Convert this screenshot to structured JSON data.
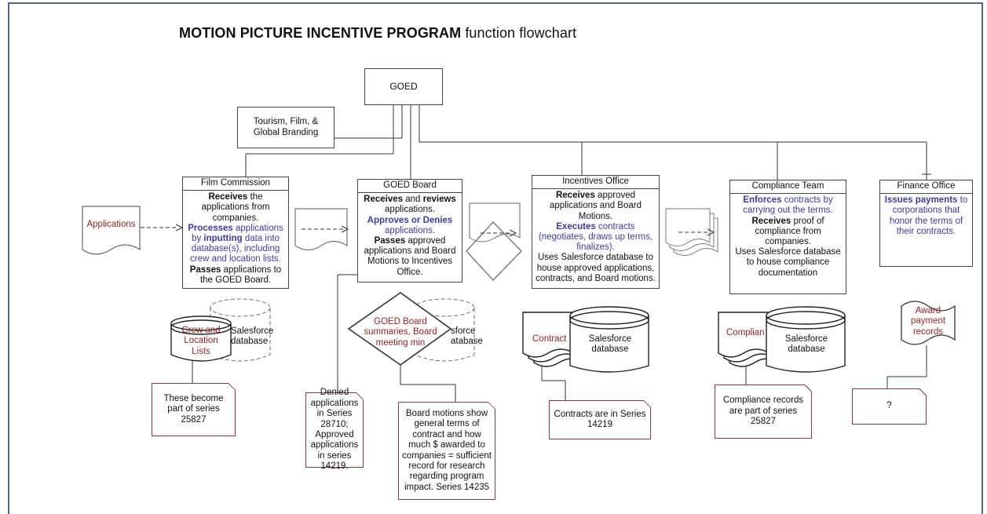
{
  "title": {
    "bold": "MOTION PICTURE INCENTIVE PROGRAM",
    "rest": "function flowchart"
  },
  "goed": "GOED",
  "tourism": [
    "Tourism, Film, &",
    "Global Branding"
  ],
  "film_commission": {
    "header": "Film Commission",
    "p1_bold": "Receives",
    "p1_rest": "the applications from companies.",
    "p2_bold": "Processes",
    "p2_mid": "applications by",
    "p2_bold2": "inputting",
    "p2_rest": "data into database(s), including crew and location lists.",
    "p3_bold": "Passes",
    "p3_rest": "applications to the GOED Board."
  },
  "goed_board": {
    "header": "GOED Board",
    "p1_bold": "Receives",
    "p1_mid": "and",
    "p1_bold2": "reviews",
    "p1_rest": "applications.",
    "p2_bold": "Approves or Denies",
    "p2_rest": "applications.",
    "p3_bold": "Passes",
    "p3_rest": "approved applications and Board Motions to Incentives Office."
  },
  "incentives_office": {
    "header": "Incentives Office",
    "p1_bold": "Receives",
    "p1_rest": "approved applications and Board Motions.",
    "p2_bold": "Executes",
    "p2_rest": "contracts (negotiates, draws up terms, finalizes).",
    "p3": "Uses Salesforce database to house approved applications, contracts, and Board motions."
  },
  "compliance_team": {
    "header": "Compliance Team",
    "p1_bold": "Enforces",
    "p1_rest": "contracts by carrying out the terms.",
    "p2_bold": "Receives",
    "p2_rest": "proof of compliance from companies.",
    "p3": "Uses Salesforce database to house compliance documentation"
  },
  "finance_office": {
    "header": "Finance Office",
    "p1_bold": "Issues payments",
    "p1_rest": "to corporations that honor the terms of their contracts."
  },
  "applications": "Applications",
  "crew_lists": [
    "Crew and",
    "Location",
    "Lists"
  ],
  "sf_db_1": [
    "Salesforce",
    "database"
  ],
  "decision": [
    "GOED Board",
    "summaries, Board",
    "meeting min"
  ],
  "sf_db_2": [
    "sforce",
    "atabase"
  ],
  "contract_doc": "Contract",
  "sf_db_3": [
    "Salesforce",
    "database"
  ],
  "compliance_doc": "Complian",
  "sf_db_4": [
    "Salesforce",
    "database"
  ],
  "award_records": [
    "Award",
    "payment",
    "records"
  ],
  "notes": {
    "series_25827": "These become part of series 25827",
    "denied": "Denied applications in Series 28710; Approved applications in series 14219.",
    "board_motions": "Board motions show general terms of contract and how much $ awarded to companies = sufficient record for research regarding program impact. Series 14235",
    "contracts": "Contracts are in Series 14219",
    "compliance": "Compliance records are part of series 25827",
    "question": "?"
  },
  "colors": {
    "frame": "#4a6a8a",
    "note_border": "#8b3a3a",
    "red_text": "#9b1c1c",
    "blue_text": "#3a3ab0",
    "db_dashed": "#5a7a7a"
  }
}
